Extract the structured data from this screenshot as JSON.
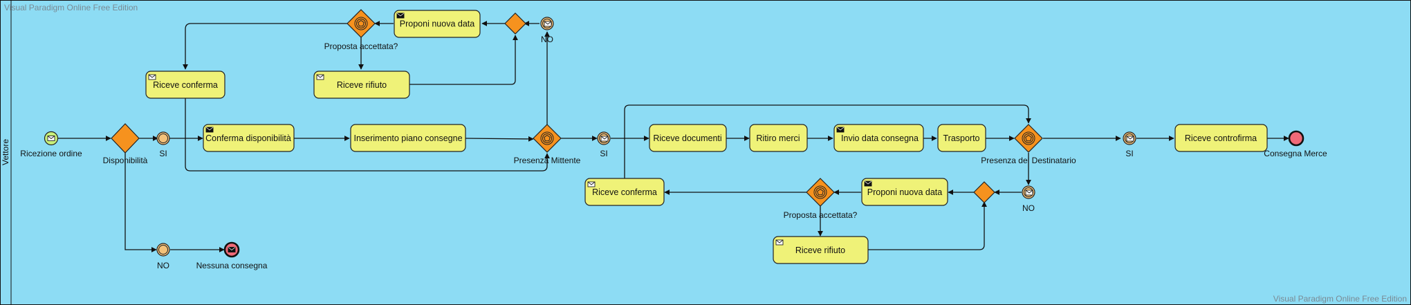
{
  "watermark": "Visual Paradigm Online Free Edition",
  "pool_label": "Vettore",
  "colors": {
    "background": "#8ddcf4",
    "task_fill": "#eff278",
    "gateway_fill": "#f6921e",
    "start_fill": "#c8f07a",
    "end_fill": "#f06a78",
    "intermediate_fill": "#f3c27a"
  },
  "tasks": {
    "proponi1": "Proponi nuova data",
    "riceve_conferma1": "Riceve conferma",
    "riceve_rifiuto1": "Riceve rifiuto",
    "conferma_disp": "Conferma disponibilità",
    "inserimento": "Inserimento piano consegne",
    "riceve_documenti": "Riceve documenti",
    "ritiro_merci": "Ritiro merci",
    "invio_data": "Invio data consegna",
    "trasporto": "Trasporto",
    "riceve_controfirma": "Riceve controfirma",
    "riceve_conferma2": "Riceve conferma",
    "proponi2": "Proponi nuova data",
    "riceve_rifiuto2": "Riceve rifiuto"
  },
  "labels": {
    "ricezione_ordine": "Ricezione ordine",
    "disponibilita": "Disponibilità",
    "si1": "SI",
    "no1": "NO",
    "nessuna_consegna": "Nessuna consegna",
    "proposta1": "Proposta accettata?",
    "no_top": "NO",
    "presenza_mittente": "Presenza Mittente",
    "si2": "SI",
    "presenza_dest": "Presenza del Destinatario",
    "si3": "SI",
    "consegna_merce": "Consegna Merce",
    "no_bottom": "NO",
    "proposta2": "Proposta accettata?"
  }
}
